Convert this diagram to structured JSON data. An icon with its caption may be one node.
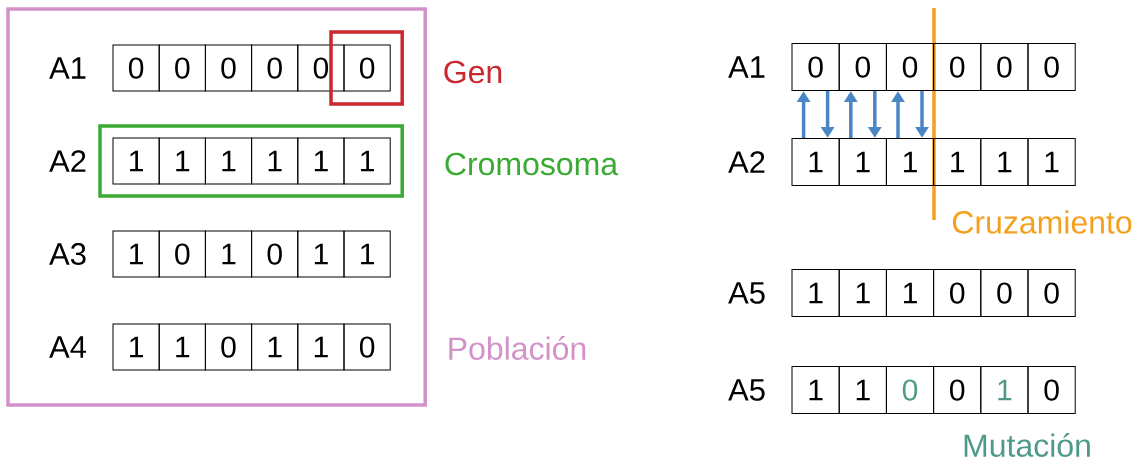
{
  "diagram": {
    "nodes": [
      {
        "text": [
          "Población"
        ]
      },
      {
        "text": [
          "0"
        ],
        "in": 0
      },
      {
        "text": [
          "0"
        ],
        "in": 0
      },
      {
        "text": [
          "0"
        ],
        "in": 0
      },
      {
        "text": [
          "0"
        ],
        "in": 0
      },
      {
        "text": [
          "0"
        ],
        "in": 0
      },
      {
        "text": [
          "Gen"
        ],
        "in": 0
      },
      {
        "text": [
          "0"
        ],
        "in": 6
      },
      {
        "text": [
          "Cromosoma"
        ],
        "in": 0
      },
      {
        "text": [
          "1"
        ],
        "in": 8
      },
      {
        "text": [
          "1"
        ],
        "in": 8
      },
      {
        "text": [
          "1"
        ],
        "in": 8
      },
      {
        "text": [
          "1"
        ],
        "in": 8
      },
      {
        "text": [
          "1"
        ],
        "in": 8
      },
      {
        "text": [
          "1"
        ],
        "in": 8
      },
      {
        "text": [
          "1"
        ],
        "in": 0
      },
      {
        "text": [
          "0"
        ],
        "in": 0
      },
      {
        "text": [
          "1"
        ],
        "in": 0
      },
      {
        "text": [
          "0"
        ],
        "in": 0
      },
      {
        "text": [
          "1"
        ],
        "in": 0
      },
      {
        "text": [
          "1"
        ],
        "in": 0
      },
      {
        "text": [
          "1"
        ],
        "in": 0
      },
      {
        "text": [
          "1"
        ],
        "in": 0
      },
      {
        "text": [
          "0"
        ],
        "in": 0
      },
      {
        "text": [
          "1"
        ],
        "in": 0
      },
      {
        "text": [
          "1"
        ],
        "in": 0
      },
      {
        "text": [
          "0"
        ],
        "in": 0
      },
      {
        "text": [
          "0"
        ]
      },
      {
        "text": [
          "0"
        ]
      },
      {
        "text": [
          "0"
        ]
      },
      {
        "text": [
          "0"
        ]
      },
      {
        "text": [
          "0"
        ]
      },
      {
        "text": [
          "0"
        ]
      },
      {
        "text": [
          "1"
        ]
      },
      {
        "text": [
          "1"
        ]
      },
      {
        "text": [
          "1"
        ]
      },
      {
        "text": [
          "1"
        ]
      },
      {
        "text": [
          "1"
        ]
      },
      {
        "text": [
          "1"
        ]
      },
      {
        "text": [
          "1"
        ]
      },
      {
        "text": [
          "1"
        ]
      },
      {
        "text": [
          "1"
        ]
      },
      {
        "text": [
          "0"
        ]
      },
      {
        "text": [
          "0"
        ]
      },
      {
        "text": [
          "0"
        ]
      },
      {
        "text": [
          "1"
        ]
      },
      {
        "text": [
          "1"
        ]
      },
      {
        "text": [
          "0"
        ]
      },
      {
        "text": [
          "0"
        ]
      },
      {
        "text": [
          "1"
        ]
      },
      {
        "text": [
          "0"
        ]
      }
    ],
    "edges": [
      {
        "from": 33,
        "to": 27,
        "arrow": "to"
      },
      {
        "from": 27,
        "to": 33,
        "arrow": "to"
      },
      {
        "from": 34,
        "to": 28,
        "arrow": "to"
      },
      {
        "from": 28,
        "to": 34,
        "arrow": "to"
      },
      {
        "from": 35,
        "to": 29,
        "arrow": "to"
      },
      {
        "from": 29,
        "to": 35,
        "arrow": "to"
      }
    ],
    "labels": [
      "A1",
      "A2",
      "A3",
      "A4",
      "A1",
      "A2",
      "Cruzamiento",
      "A5",
      "A5",
      "Mutación"
    ]
  }
}
